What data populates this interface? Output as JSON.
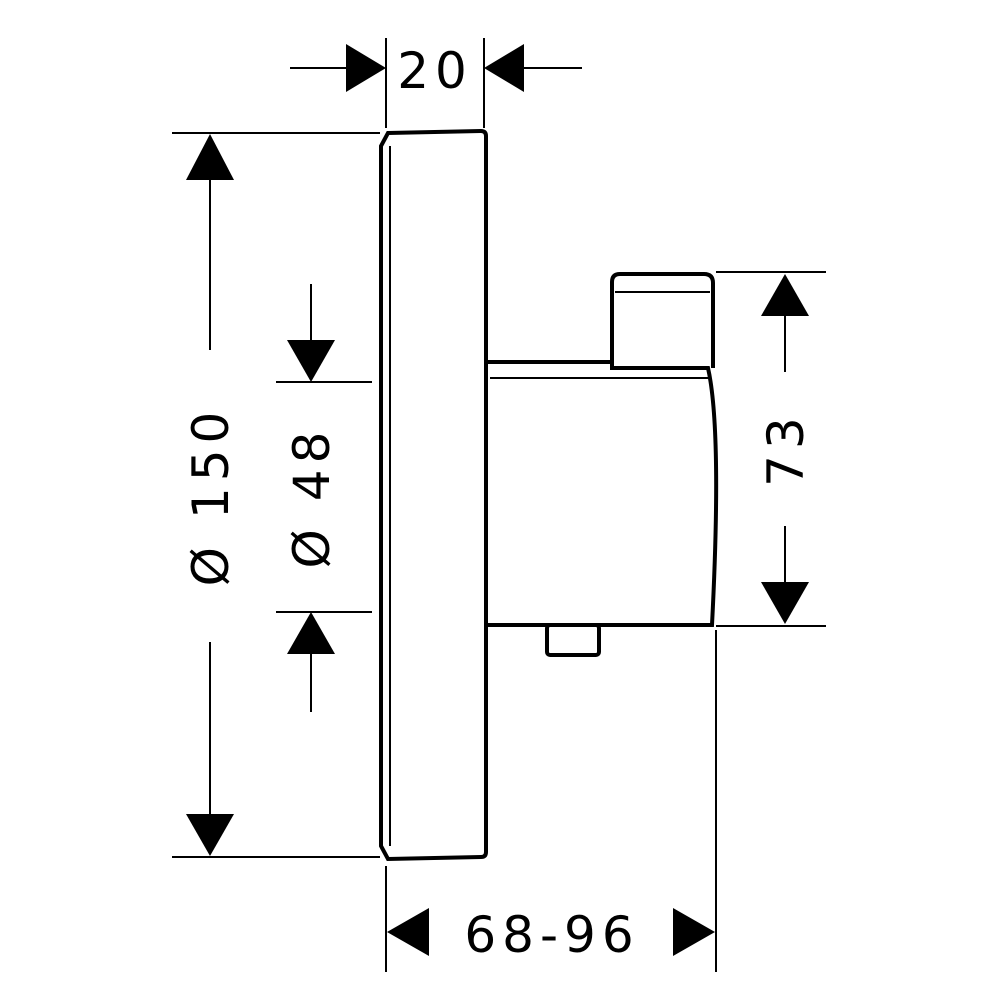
{
  "diagram": {
    "background_color": "#ffffff",
    "line_color": "#000000",
    "dimensions": {
      "top_depth": "20",
      "outer_diameter": "Ø 150",
      "inner_diameter": "Ø 48",
      "right_height": "73",
      "bottom_range": "68-96"
    }
  }
}
